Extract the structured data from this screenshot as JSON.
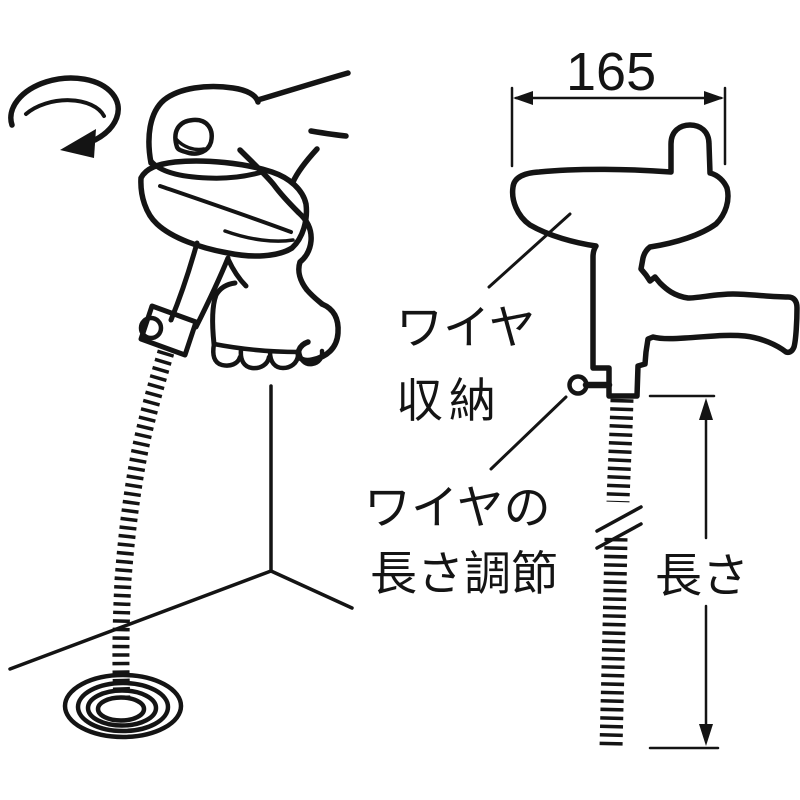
{
  "diagram": {
    "colors": {
      "background": "#ffffff",
      "ink": "#141414"
    },
    "icons": {
      "rotation_arrow": "counterclockwise-rotation-arrow-icon"
    },
    "right_view": {
      "width_dimension_label": "165",
      "wire_storage_label_line1": "ワイヤ",
      "wire_storage_label_line2": "収納",
      "wire_length_adjust_label_line1": "ワイヤの",
      "wire_length_adjust_label_line2": "長さ調節",
      "length_dimension_label": "長さ"
    }
  }
}
